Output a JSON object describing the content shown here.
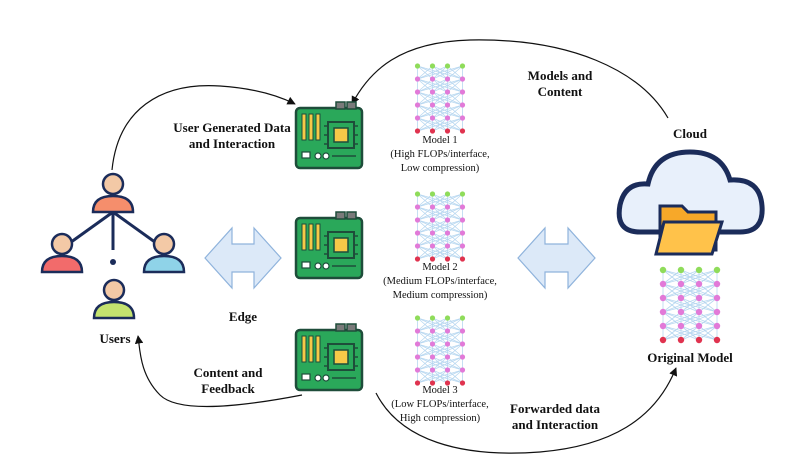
{
  "labels": {
    "users": "Users",
    "edge": "Edge",
    "cloud": "Cloud",
    "original_model": "Original Model",
    "user_generated_line1": "User Generated Data",
    "user_generated_line2": "and Interaction",
    "content_feedback_line1": "Content and",
    "content_feedback_line2": "Feedback",
    "models_content_line1": "Models and",
    "models_content_line2": "Content",
    "forwarded_line1": "Forwarded data",
    "forwarded_line2": "and Interaction"
  },
  "models": [
    {
      "title": "Model 1",
      "line1": "(High FLOPs/interface,",
      "line2": "Low compression)"
    },
    {
      "title": "Model 2",
      "line1": "(Medium FLOPs/interface,",
      "line2": "Medium compression)"
    },
    {
      "title": "Model 3",
      "line1": "(Low FLOPs/interface,",
      "line2": "High compression)"
    }
  ],
  "colors": {
    "board_green": "#2aa85a",
    "board_dark": "#1e4d3a",
    "chip_yellow": "#f7c948",
    "arrow_fill": "#dce9f8",
    "arrow_stroke": "#8fb3dc",
    "cloud_navy": "#1b2c5a",
    "cloud_light": "#e8f0fb",
    "folder_orange": "#f7a829",
    "node_green": "#8fdc5a",
    "node_pink": "#e27ad8",
    "node_red": "#e0334f"
  }
}
